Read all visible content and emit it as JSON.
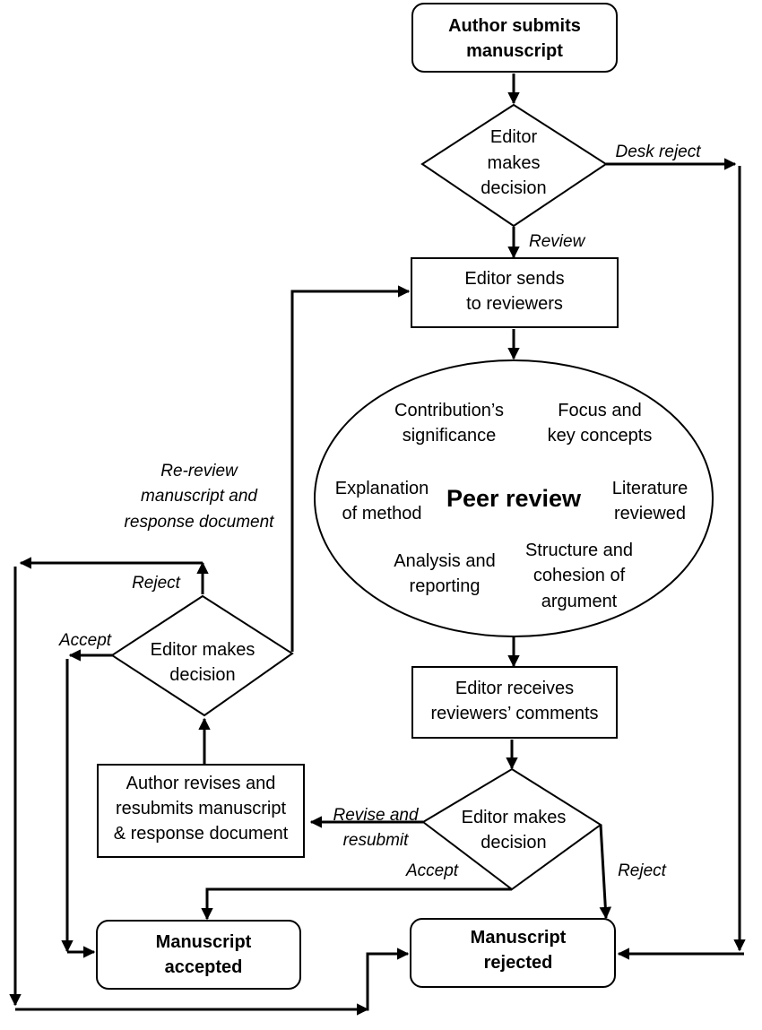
{
  "nodes": {
    "submit": [
      "Author submits",
      "manuscript"
    ],
    "decision_1": [
      "Editor",
      "makes",
      "decision"
    ],
    "send_reviewers": [
      "Editor sends",
      "to reviewers"
    ],
    "peer_review": {
      "title": "Peer review",
      "criteria": {
        "significance": [
          "Contribution’s",
          "significance"
        ],
        "focus": [
          "Focus and",
          "key concepts"
        ],
        "method": [
          "Explanation",
          "of method"
        ],
        "literature": [
          "Literature",
          "reviewed"
        ],
        "analysis": [
          "Analysis and",
          "reporting"
        ],
        "structure": [
          "Structure and",
          "cohesion of",
          "argument"
        ]
      }
    },
    "receives_comments": [
      "Editor receives",
      "reviewers’ comments"
    ],
    "decision_2": [
      "Editor makes",
      "decision"
    ],
    "revise": [
      "Author revises and",
      "resubmits manuscript",
      "& response document"
    ],
    "decision_3": [
      "Editor makes",
      "decision"
    ],
    "accepted": [
      "Manuscript",
      "accepted"
    ],
    "rejected": [
      "Manuscript",
      "rejected"
    ]
  },
  "edge_labels": {
    "desk_reject": "Desk reject",
    "review": "Review",
    "re_review": [
      "Re-review",
      "manuscript and",
      "response document"
    ],
    "reject_top": "Reject",
    "accept_left": "Accept",
    "revise_resubmit": [
      "Revise and",
      "resubmit"
    ],
    "accept_bottom": "Accept",
    "reject_bottom": "Reject"
  }
}
